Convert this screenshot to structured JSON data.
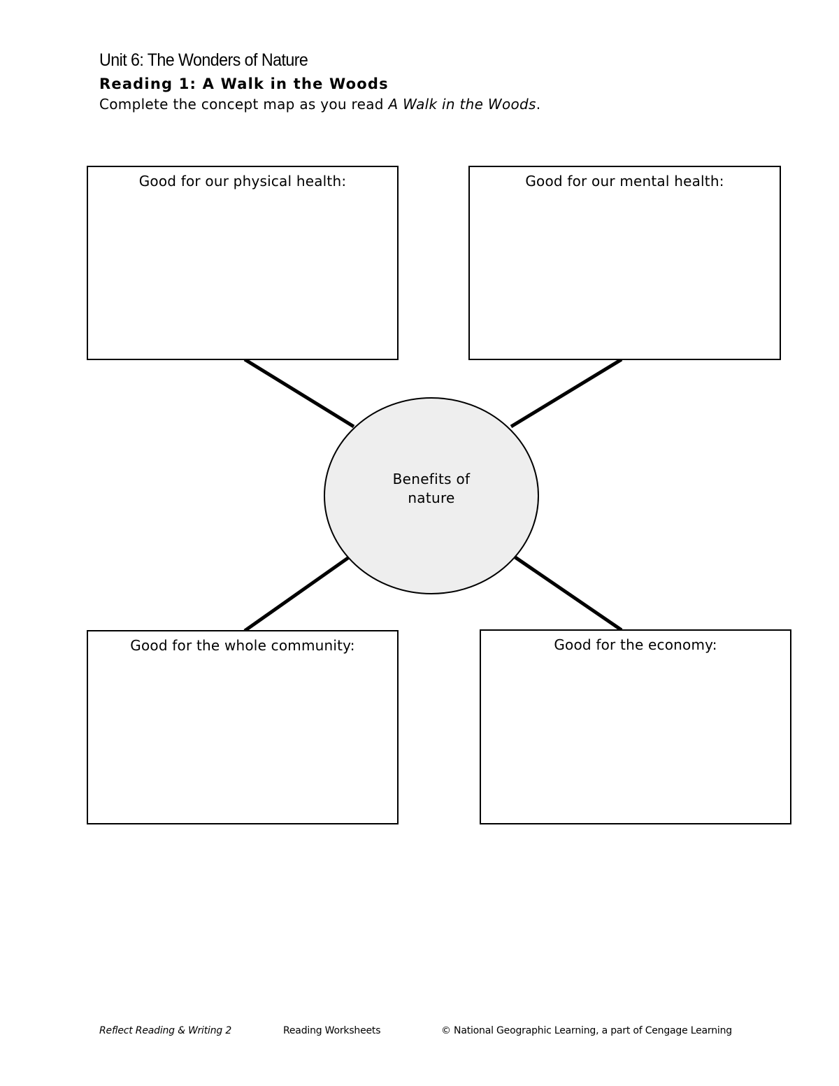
{
  "header": {
    "unit_title": "Unit 6: The Wonders of Nature",
    "reading_title": "Reading 1: A Walk in the Woods",
    "instruction_prefix": "Complete the concept map as you read ",
    "instruction_title": "A Walk in the Woods",
    "instruction_suffix": "."
  },
  "concept_map": {
    "center": {
      "line1": "Benefits of",
      "line2": "nature",
      "fill_color": "#eeeeee"
    },
    "boxes": {
      "physical": "Good for our physical health:",
      "mental": "Good for our mental health:",
      "community": "Good for the whole community:",
      "economy": "Good for the economy:"
    }
  },
  "footer": {
    "book": "Reflect Reading & Writing 2",
    "section": "Reading Worksheets",
    "copyright": "© National Geographic Learning, a part of Cengage Learning"
  }
}
